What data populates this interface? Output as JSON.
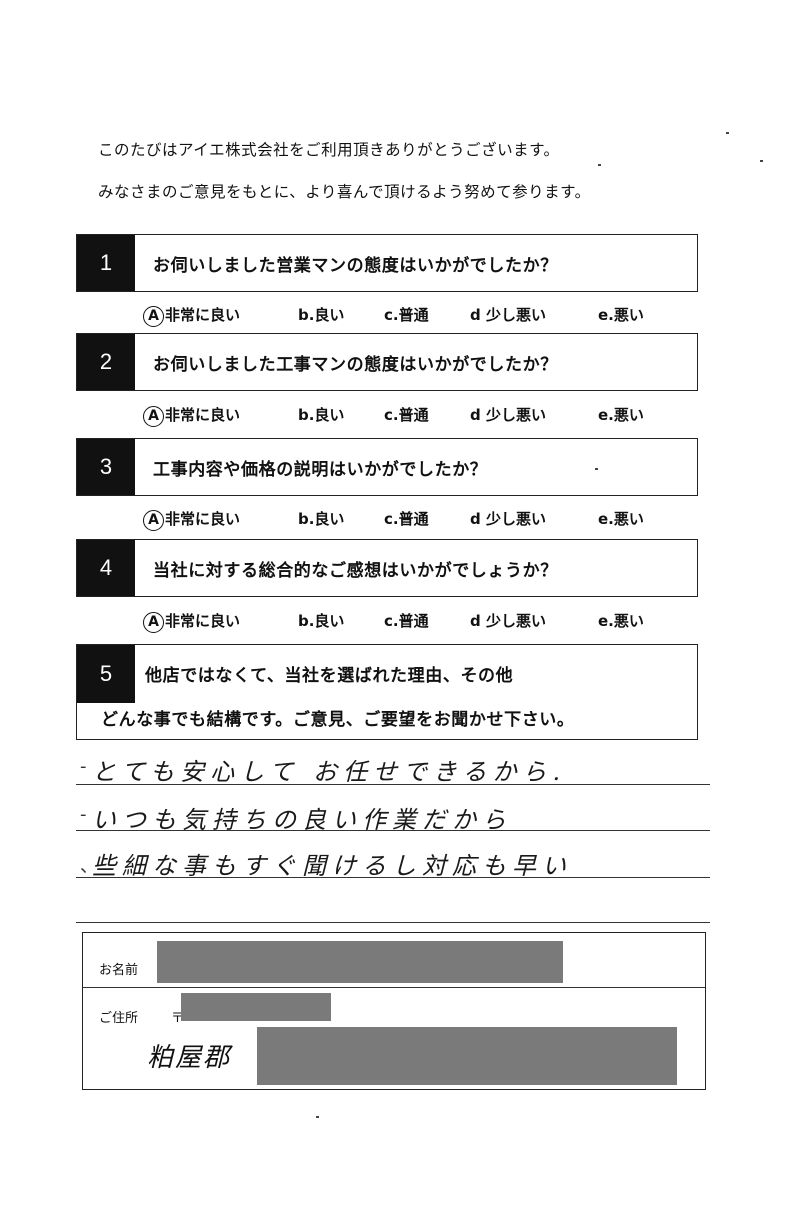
{
  "intro": {
    "line1": "このたびはアイエ株式会社をご利用頂きありがとうございます。",
    "line2": "みなさまのご意見をもとに、より喜んで頂けるよう努めて参ります。"
  },
  "questions": [
    {
      "number": "1",
      "text": "お伺いしました営業マンの態度はいかがでしたか？",
      "selected": "a"
    },
    {
      "number": "2",
      "text": "お伺いしました工事マンの態度はいかがでしたか？",
      "selected": "a"
    },
    {
      "number": "3",
      "text": "工事内容や価格の説明はいかがでしたか？",
      "selected": "a"
    },
    {
      "number": "4",
      "text": "当社に対する総合的なご感想はいかがでしょうか？",
      "selected": "a"
    }
  ],
  "options": {
    "a_letter": "A",
    "a_text": "非常に良い",
    "b": "b.良い",
    "c": "c.普通",
    "d": "d 少し悪い",
    "e": "e.悪い"
  },
  "q5": {
    "number": "5",
    "line1": "他店ではなくて、当社を選ばれた理由、その他",
    "line2": "どんな事でも結構です。ご意見、ご要望をお聞かせ下さい。"
  },
  "answers": [
    "とても安心して お任せできるから.",
    "いつも気持ちの良い作業だから",
    "些細な事もすぐ聞けるし対応も早い"
  ],
  "answer_marks": [
    "-",
    "-",
    "、"
  ],
  "info": {
    "name_label": "お名前",
    "address_label": "ご住所",
    "postal_mark": "〒",
    "address_handwritten": "粕屋郡"
  }
}
